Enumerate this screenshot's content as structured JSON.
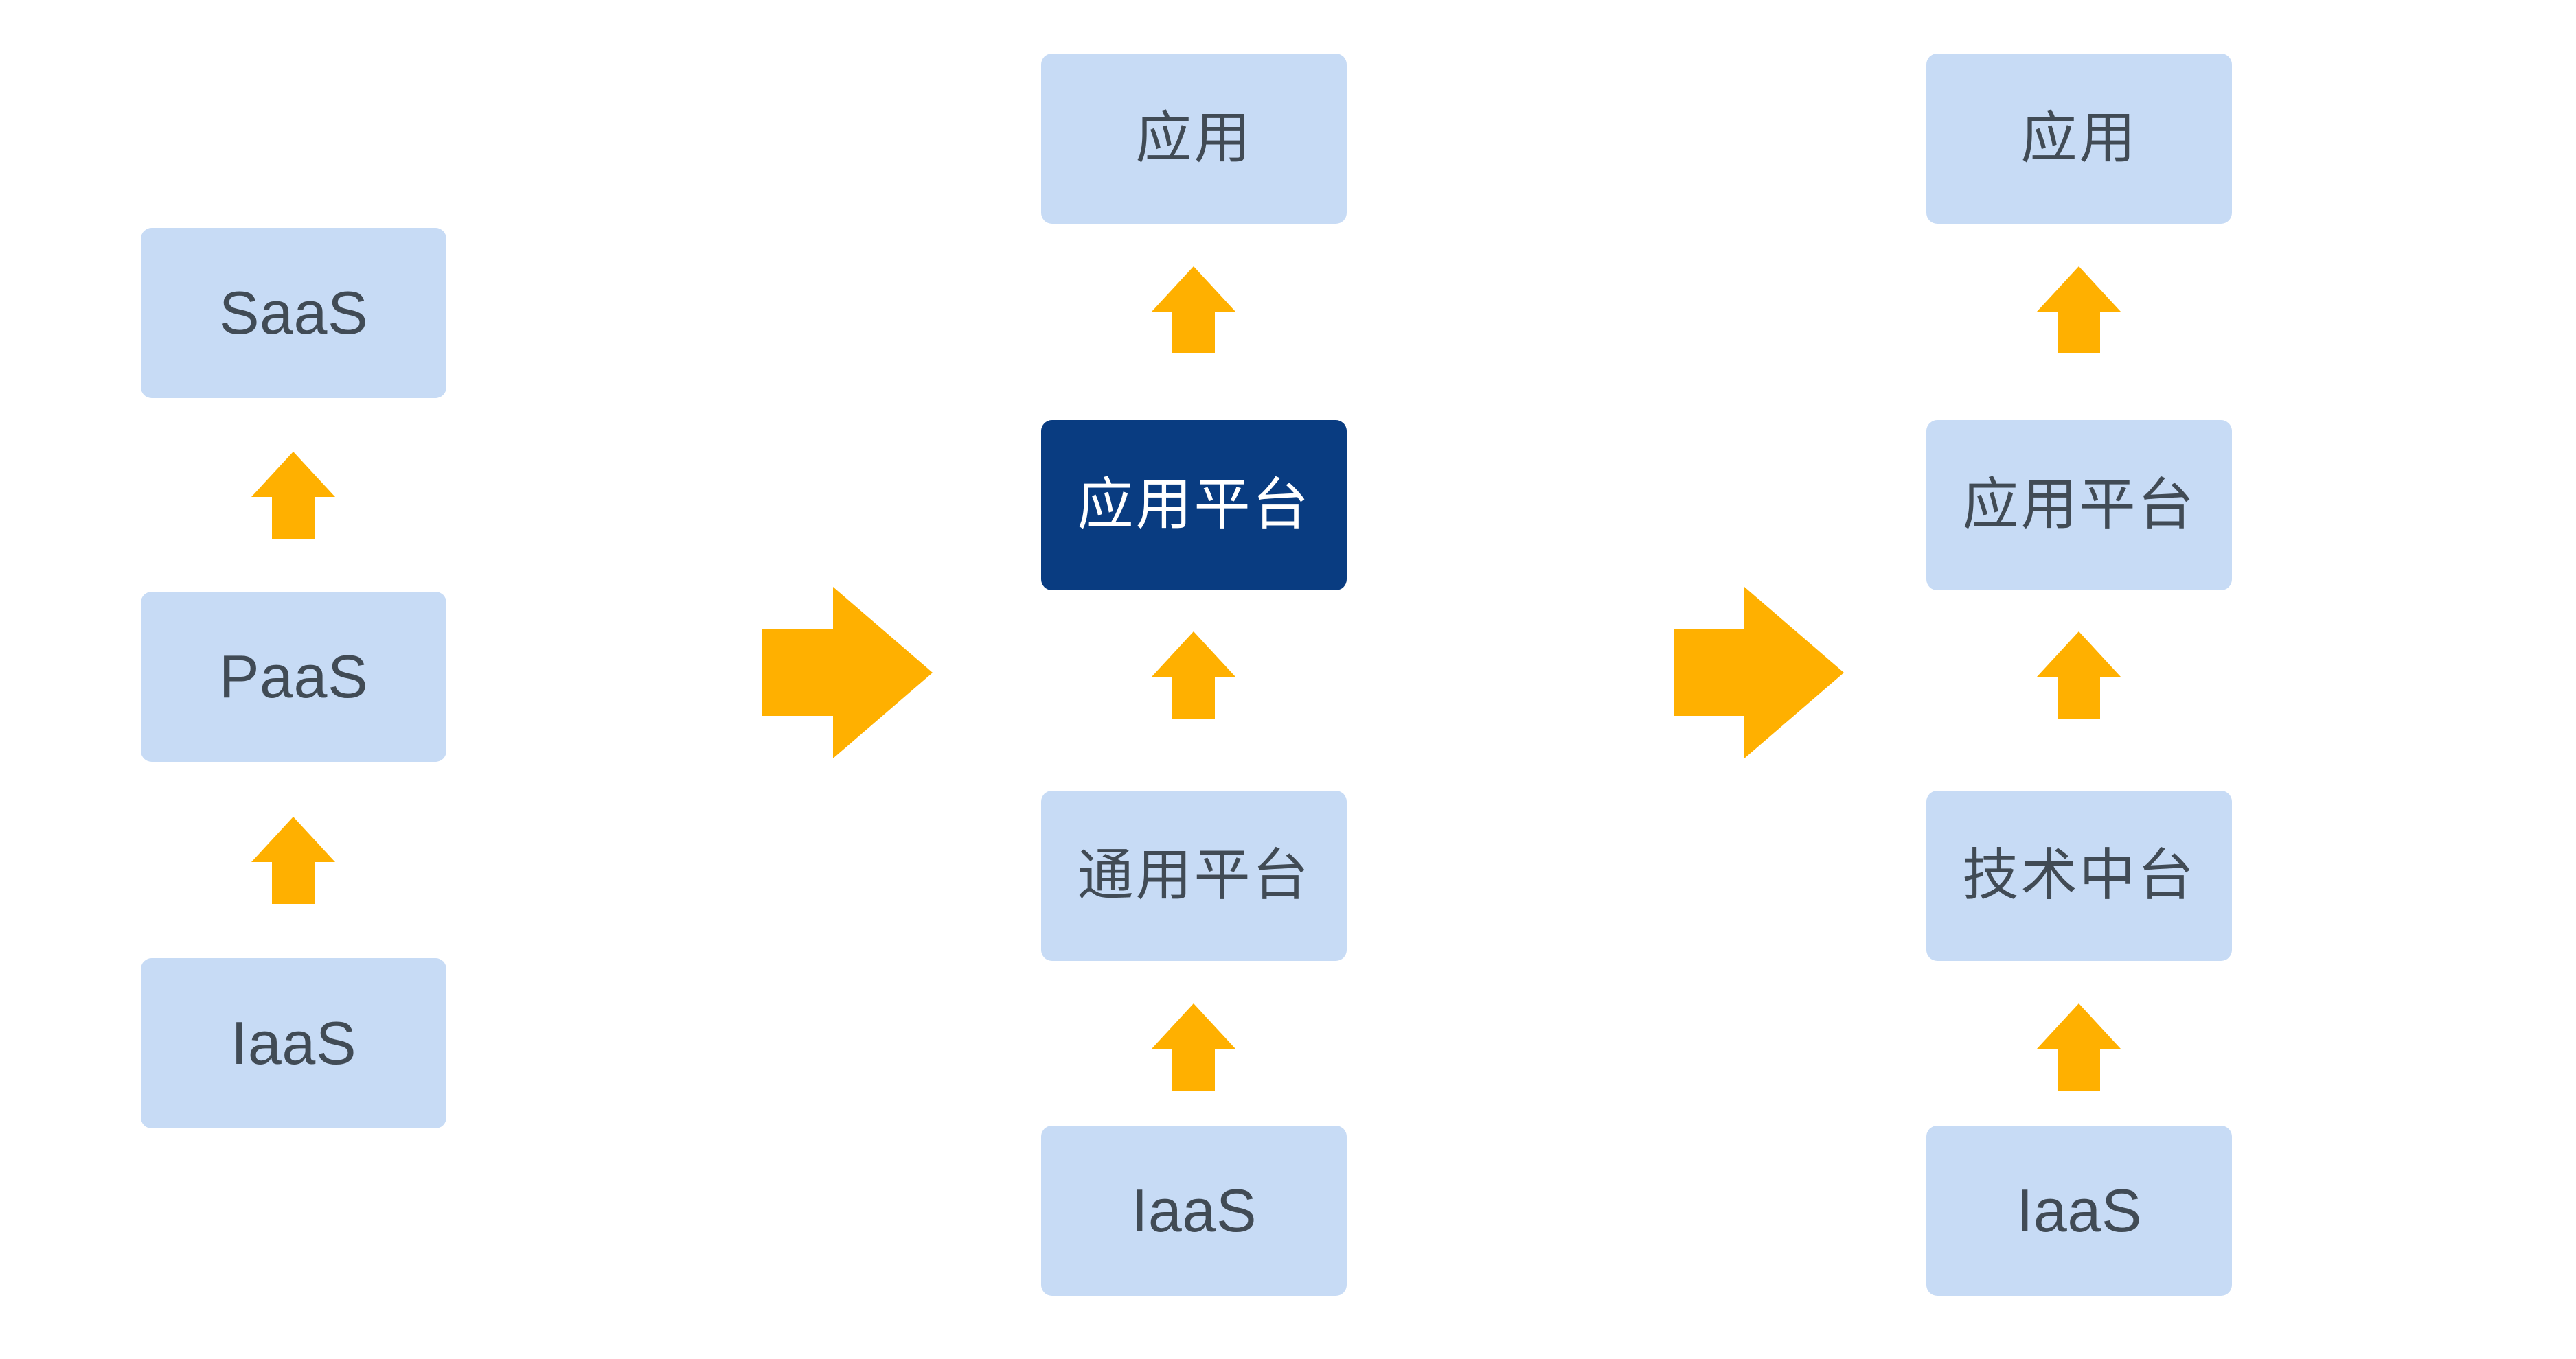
{
  "diagram": {
    "type": "evolution-flow",
    "background_color": "#ffffff",
    "palette": {
      "box_light": "#c7dbf5",
      "box_dark": "#093c81",
      "text_dark": "#414b55",
      "text_light": "#ffffff",
      "arrow_orange": "#ffb000"
    },
    "columns": [
      {
        "id": "col-cloud-service-models",
        "name": "cloud-service-models",
        "boxes": [
          {
            "id": "saas",
            "label": "SaaS",
            "style": "light",
            "script": "latin"
          },
          {
            "id": "paas",
            "label": "PaaS",
            "style": "light",
            "script": "latin"
          },
          {
            "id": "iaas",
            "label": "IaaS",
            "style": "light",
            "script": "latin"
          }
        ],
        "connectors": [
          "up-arrow",
          "up-arrow"
        ]
      },
      {
        "id": "col-application-platform",
        "name": "application-platform-stack",
        "boxes": [
          {
            "id": "application",
            "label": "应用",
            "style": "light",
            "script": "cjk"
          },
          {
            "id": "application-platform",
            "label": "应用平台",
            "style": "dark",
            "script": "cjk"
          },
          {
            "id": "general-platform",
            "label": "通用平台",
            "style": "light",
            "script": "cjk"
          },
          {
            "id": "iaas",
            "label": "IaaS",
            "style": "light",
            "script": "latin"
          }
        ],
        "connectors": [
          "up-arrow",
          "up-arrow",
          "up-arrow"
        ]
      },
      {
        "id": "col-technology-middle-platform",
        "name": "technology-middle-platform-stack",
        "boxes": [
          {
            "id": "application",
            "label": "应用",
            "style": "light",
            "script": "cjk"
          },
          {
            "id": "application-platform",
            "label": "应用平台",
            "style": "light",
            "script": "cjk"
          },
          {
            "id": "technology-middle-platform",
            "label": "技术中台",
            "style": "light",
            "script": "cjk"
          },
          {
            "id": "iaas",
            "label": "IaaS",
            "style": "light",
            "script": "latin"
          }
        ],
        "connectors": [
          "up-arrow",
          "up-arrow",
          "up-arrow"
        ]
      }
    ],
    "transitions": [
      {
        "id": "transition-1",
        "from": "col-cloud-service-models",
        "to": "col-application-platform",
        "direction": "right"
      },
      {
        "id": "transition-2",
        "from": "col-application-platform",
        "to": "col-technology-middle-platform",
        "direction": "right"
      }
    ]
  }
}
